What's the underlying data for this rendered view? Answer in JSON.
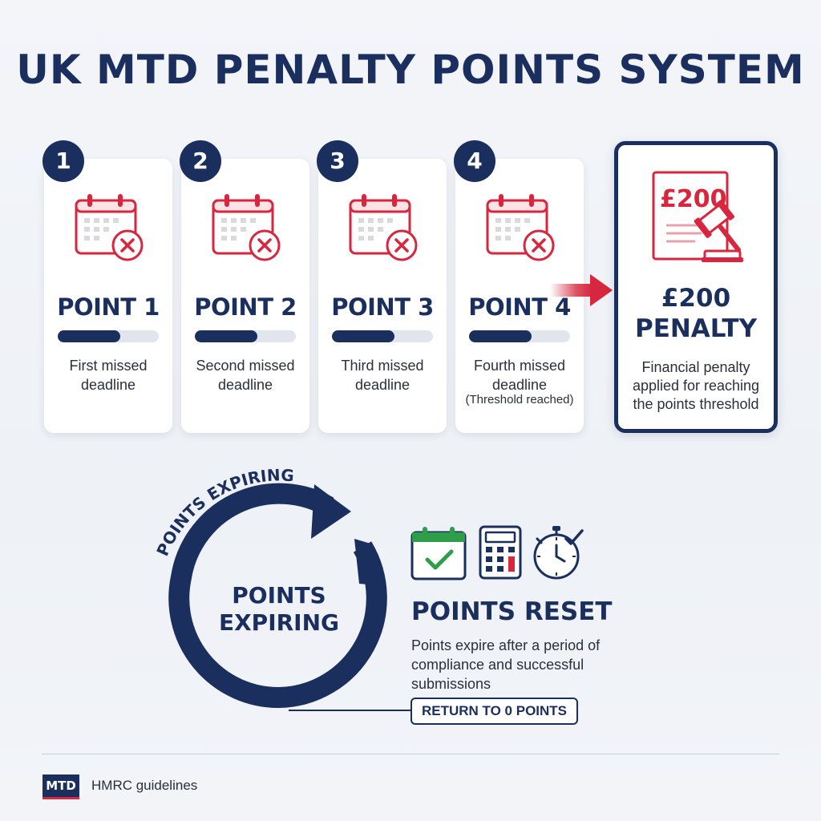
{
  "title": "UK MTD PENALTY POINTS SYSTEM",
  "points": [
    {
      "number": "1",
      "label": "POINT 1",
      "desc1": "First missed",
      "desc2": "deadline",
      "note": "",
      "progress": 0.62
    },
    {
      "number": "2",
      "label": "POINT 2",
      "desc1": "Second missed",
      "desc2": "deadline",
      "note": "",
      "progress": 0.62
    },
    {
      "number": "3",
      "label": "POINT 3",
      "desc1": "Third missed",
      "desc2": "deadline",
      "note": "",
      "progress": 0.62
    },
    {
      "number": "4",
      "label": "POINT 4",
      "desc1": "Fourth missed",
      "desc2": "deadline",
      "note": "(Threshold reached)",
      "progress": 0.62
    }
  ],
  "penalty": {
    "document_amount": "£200",
    "title_line1": "£200",
    "title_line2": "PENALTY",
    "desc_line1": "Financial penalty",
    "desc_line2": "applied for reaching",
    "desc_line3": "the points threshold"
  },
  "cycle": {
    "arc_label": "POINTS EXPIRING",
    "center_line1": "POINTS",
    "center_line2": "EXPIRING"
  },
  "reset": {
    "icons": [
      "calendar-check-icon",
      "calculator-icon",
      "stopwatch-check-icon"
    ],
    "title": "POINTS RESET",
    "desc_line1": "Points expire after a period of",
    "desc_line2": "compliance and successful",
    "desc_line3": "submissions",
    "pill": "RETURN TO 0 POINTS"
  },
  "footer": {
    "logo": "MTD",
    "text": "HMRC guidelines"
  },
  "colors": {
    "navy": "#1b2f5e",
    "red": "#d7263d",
    "green": "#2e9e4a"
  }
}
